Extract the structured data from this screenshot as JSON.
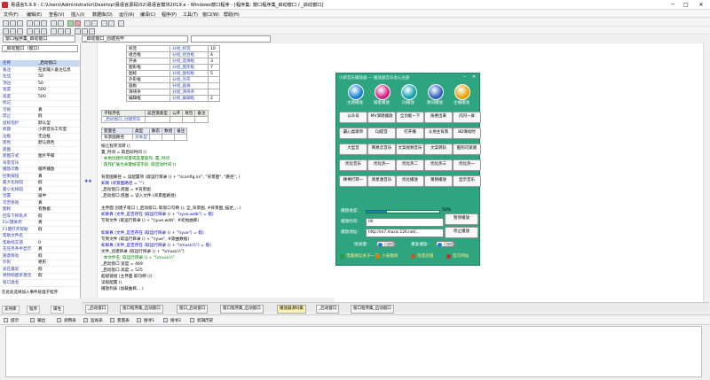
{
  "window": {
    "title": "易语言5.9.9 - C:\\Users\\Administrator\\Desktop\\易语言源码\\02\\易语言模块2019.e - Windows窗口程序 - [程序集: 窗口程序集_启动窗口 / _启动窗口]",
    "minimize": "─",
    "maximize": "□",
    "close": "✕"
  },
  "menu": [
    "文件(F)",
    "编辑(E)",
    "查看(V)",
    "插入(I)",
    "数据库(D)",
    "运行(R)",
    "编译(C)",
    "程序(P)",
    "工具(T)",
    "窗口(W)",
    "帮助(H)"
  ],
  "toolbar": {
    "combo_left": "窗口程序集_启动窗口",
    "combo_mid": "_启动窗口_创建完毕",
    "combo_right": ""
  },
  "properties": {
    "header": "_启动窗口（窗口）",
    "rows": [
      {
        "k": "名称",
        "v": "_启动窗口",
        "sel": true
      },
      {
        "k": "备注",
        "v": "在此输入备注信息"
      },
      {
        "k": "左边",
        "v": "50"
      },
      {
        "k": "顶边",
        "v": "50"
      },
      {
        "k": "宽度",
        "v": "500"
      },
      {
        "k": "高度",
        "v": "500"
      },
      {
        "k": "标记",
        "v": ""
      },
      {
        "k": "可视",
        "v": "真"
      },
      {
        "k": "禁止",
        "v": "假"
      },
      {
        "k": "鼠标指针",
        "v": "默认型"
      },
      {
        "k": "标题",
        "v": "小新音乐工作室"
      },
      {
        "k": "边框",
        "v": "无边框"
      },
      {
        "k": "底色",
        "v": "默认底色"
      },
      {
        "k": "底图",
        "v": ""
      },
      {
        "k": "底图方式",
        "v": "图片平铺"
      },
      {
        "k": "背景音乐",
        "v": ""
      },
      {
        "k": "播放次数",
        "v": "循环播放"
      },
      {
        "k": "控制按钮",
        "v": "真"
      },
      {
        "k": "最大化按钮",
        "v": "假"
      },
      {
        "k": "最小化按钮",
        "v": "真"
      },
      {
        "k": "位置",
        "v": "居中"
      },
      {
        "k": "可否移动",
        "v": "真"
      },
      {
        "k": "图标",
        "v": "有数据"
      },
      {
        "k": "回车下移焦点",
        "v": "假"
      },
      {
        "k": "Esc键关闭",
        "v": "真"
      },
      {
        "k": "F1键打开帮助",
        "v": "假"
      },
      {
        "k": "帮助文件名",
        "v": ""
      },
      {
        "k": "帮助标志值",
        "v": "0"
      },
      {
        "k": "在任务条中显示",
        "v": "真"
      },
      {
        "k": "随意移动",
        "v": "假"
      },
      {
        "k": "外形",
        "v": "矩形"
      },
      {
        "k": "总在最前",
        "v": "假"
      },
      {
        "k": "保持标题条激活",
        "v": "假"
      },
      {
        "k": "窗口类名",
        "v": ""
      }
    ],
    "event_hint": "在此处选择加入事件处理子程序"
  },
  "left_tabs": [
    "支持库",
    "程序",
    "属性"
  ],
  "var_table": {
    "rows": [
      [
        "标签",
        "分组_标签",
        "10"
      ],
      [
        "组合框",
        "分组_组合框",
        "4"
      ],
      [
        "开关",
        "分组_选择框",
        "3"
      ],
      [
        "图形框",
        "分组_图形框",
        "7"
      ],
      [
        "图标",
        "分组_图标框",
        "5"
      ],
      [
        "外形框",
        "分组_外形",
        ""
      ],
      [
        "画板",
        "分组_画板",
        ""
      ],
      [
        "滑块条",
        "分组_滑块条",
        ""
      ],
      [
        "编辑框",
        "分组_编辑框",
        "2"
      ]
    ]
  },
  "sub_table": {
    "header": [
      "子程序名",
      "返回值类型",
      "公开",
      "易包",
      "备注"
    ],
    "name": "_启动窗口_创建完毕",
    "var_header": [
      "变量名",
      "类型",
      "静态",
      "数组",
      "备注"
    ],
    "var_row": [
      "背景图路径",
      "文本型",
      "",
      "",
      ""
    ]
  },
  "code_lines": [
    "按让程序流转 ()",
    "置_时间 = 取启动时间 ()",
    "  ' 本地创建时间量或其量操作: 置_时间",
    "  ' 再作扩展为关键帧或字段: 取启动时间 ()",
    "",
    "背景图路径 = 读配置项 (取运行目录 () + \"\\\\config.ini\", \"背景图\", \"路径\", )",
    "  如果 (背景图路径 = \"\")",
    "    _启动窗口.底图 = #背景图",
    "  _启动窗口.底图 = 读入文件 (背景图路径)",
    "",
    "主界面 创建子窗口 (_启动窗口, 取窗口句柄 (), 全_背景图, #背景图_描述_...)",
    "  如果真 (文件_是否存在 (取运行目录 () + \"\\\\yue.wdb\") = 假)",
    "    写到文件 (取运行目录 () + \"\\\\yue.wdb\", #初始曲库)",
    "",
    "  如果真 (文件_是否存在 (取运行目录 () + \"\\\\yue\") = 假)",
    "    写到文件 (取运行目录 () + \"\\\\yue\", #歌曲数据)",
    "  如果真 (文件_是否存在 (取运行目录 () + \"\\\\music\\\\\") = 假)",
    "    文件_创建目录 (取运行目录 () + \"\\\\music\\\\\")",
    "  ' 本文件名: 取运行目录 () + \"\\\\music\\\\\"",
    "_启动窗口.宽度 = 469",
    "_启动窗口.高度 = 525",
    "超级链接 (主界面 取句柄 ())",
    "读取配置 ()",
    "播放列表 (加载曲目, , )"
  ],
  "player": {
    "title": "小新音乐播放器 — 播放器音乐会心主题",
    "circles": [
      {
        "label": "主题播放",
        "color": "#1a80d0"
      },
      {
        "label": "喊麦播放",
        "color": "#d02080"
      },
      {
        "label": "DJ播放",
        "color": "#10a0b0"
      },
      {
        "label": "歌词播放",
        "color": "#3060c0"
      },
      {
        "label": "主播播放",
        "color": "#e8a000"
      }
    ],
    "buttons": [
      [
        "公众号",
        "MV演唱播放",
        "全功能一下",
        "按要出来",
        "闪闪一屏"
      ],
      [
        "霸心类歌单",
        "DJ提音",
        "打开播",
        "斗地主背景",
        "8D滑动时"
      ],
      [
        "大型音",
        "网易云音乐",
        "文案视频音乐",
        "文案转轨",
        "酷狗可爱版"
      ],
      [
        "优化音乐",
        "优化热一",
        "优化热二",
        "优化热三",
        "优化热一"
      ],
      [
        "棒棒打转一",
        "周星驰音乐",
        "优化播放",
        "猜猜播放",
        "显示音乐"
      ]
    ],
    "progress_label": "播放进度:",
    "progress_percent": 0.28,
    "progress_value": "50%",
    "time_label": "播放时间:",
    "time_value": "00",
    "url_label": "播放地址:",
    "url_value": "http://m7.music.126.net/...",
    "btn_pause": "暂停播放",
    "btn_stop": "停止播放",
    "fast_label": "快进键:",
    "fast_value": "已启用",
    "repeat_label": "重复播放:",
    "repeat_value": "已启用",
    "footer": [
      "电脑微信关于一下",
      "小安翻译",
      "淘宝店铺",
      "官方网站"
    ]
  },
  "editor_tabs": [
    {
      "label": "_启动窗口"
    },
    {
      "label": "窗口程序集_启动窗口"
    },
    {
      "label": "窗口_启动窗口"
    },
    {
      "label": "窗口程序集_启动窗口"
    },
    {
      "label": "播放器源码集",
      "active": true
    },
    {
      "label": "_启动窗口"
    },
    {
      "label": "窗口程序集_启动窗口"
    }
  ],
  "bottom_tabs": [
    "提示",
    "输出",
    "调用表",
    "监视表",
    "变量表",
    "搜寻1",
    "搜寻2",
    "剪辑历史"
  ]
}
